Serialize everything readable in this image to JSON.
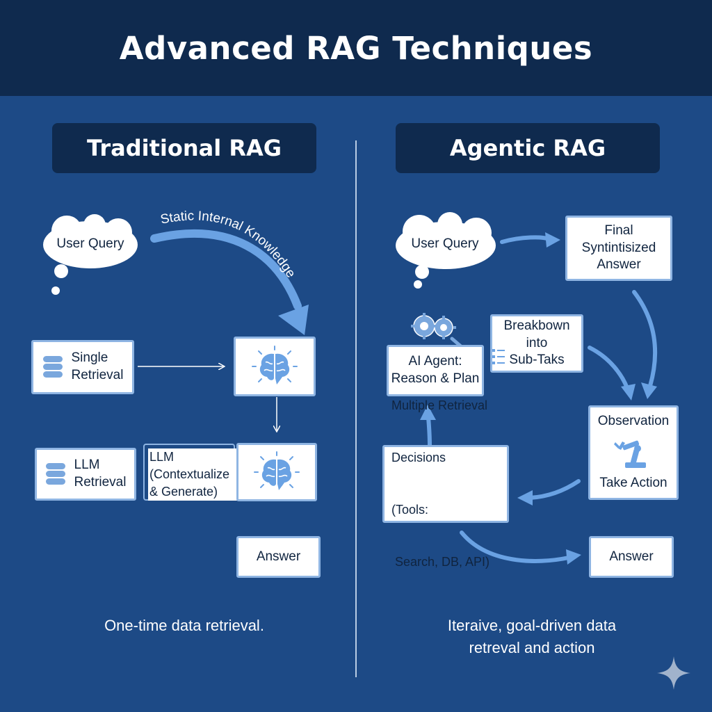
{
  "title": "Advanced RAG Techniques",
  "traditional": {
    "heading": "Traditional RAG",
    "user_query": "User Query",
    "arc_label": "Static Internal Knowledge",
    "single_retrieval": [
      "Single",
      "Retrieval"
    ],
    "llm_retrieval": [
      "LLM",
      "Retrieval"
    ],
    "llm_note": [
      "LLM",
      "(Contextualize",
      "& Generate)"
    ],
    "answer": "Answer",
    "caption": "One-time data retrieval."
  },
  "agentic": {
    "heading": "Agentic RAG",
    "user_query": "User Query",
    "final": [
      "Final",
      "Syntintisized",
      "Answer"
    ],
    "breakdown": [
      "Breakbown",
      "into",
      "Sub-Taks"
    ],
    "agent": [
      "AI Agent:",
      "Reason & Plan"
    ],
    "observation": "Observation",
    "take_action": "Take Action",
    "multiple": [
      "Multiple Retrieval",
      "Decisions",
      "(Tools:",
      " Search, DB, API)"
    ],
    "answer": "Answer",
    "caption": [
      "Iteraive, goal-driven data",
      "retreval and action"
    ]
  },
  "colors": {
    "background": "#1d4a86",
    "header": "#0f2a4e",
    "accent": "#6aa2e3",
    "box_border": "#8fb5e3"
  },
  "icons": [
    "cloud-icon",
    "database-icon",
    "brain-icon",
    "gears-icon",
    "list-icon",
    "robot-arm-icon",
    "sparkle-icon"
  ]
}
